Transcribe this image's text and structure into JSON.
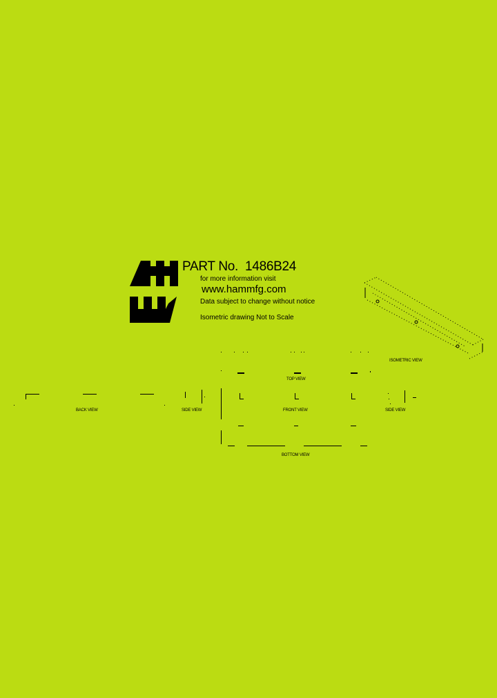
{
  "page": {
    "background_color": "#bbdc12",
    "ink_color": "#000000"
  },
  "title_block": {
    "logo": "hammond-manufacturing-logo",
    "part_label": "PART No.",
    "part_number": "1486B24",
    "info_line": "for more information visit",
    "website": "www.hammfg.com",
    "notice": "Data subject to change without notice",
    "scale_note": "Isometric drawing Not to Scale"
  },
  "views": {
    "isometric": "ISOMETRIC VIEW",
    "top": "TOP VIEW",
    "back": "BACK VIEW",
    "side_left": "SIDE VIEW",
    "front": "FRONT VIEW",
    "side_right": "SIDE VIEW",
    "bottom": "BOTTOM VIEW"
  }
}
